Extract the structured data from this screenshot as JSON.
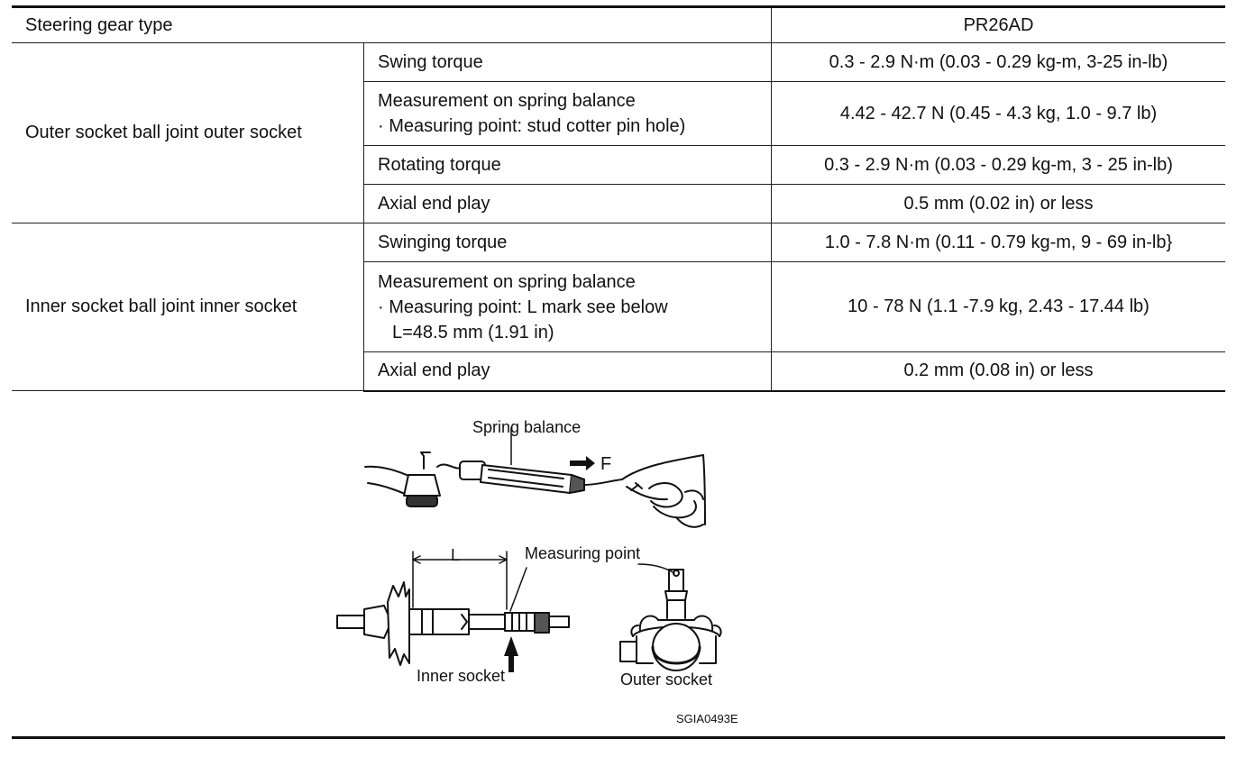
{
  "table": {
    "header": {
      "label": "Steering gear type",
      "value": "PR26AD"
    },
    "outer": {
      "group": "Outer socket ball joint outer socket",
      "rows": [
        {
          "item": "Swing torque",
          "value": "0.3 - 2.9 N·m (0.03 - 0.29 kg-m, 3-25 in-lb)"
        },
        {
          "item_lines": [
            "Measurement on spring balance",
            "· Measuring point: stud cotter pin hole)"
          ],
          "value": "4.42 - 42.7 N (0.45 - 4.3 kg, 1.0 - 9.7 lb)"
        },
        {
          "item": "Rotating torque",
          "value": "0.3 - 2.9 N·m (0.03 - 0.29 kg-m, 3 - 25 in-lb)"
        },
        {
          "item": "Axial end play",
          "value": "0.5 mm (0.02 in) or less"
        }
      ]
    },
    "inner": {
      "group": "Inner socket ball joint inner socket",
      "rows": [
        {
          "item": "Swinging torque",
          "value": "1.0 - 7.8 N·m (0.11 - 0.79 kg-m, 9 - 69 in-lb}"
        },
        {
          "item_lines": [
            "Measurement on spring balance",
            "· Measuring point: L mark see below",
            "L=48.5 mm (1.91 in)"
          ],
          "value": "10 - 78 N (1.1 -7.9 kg, 2.43 - 17.44 lb)"
        },
        {
          "item": "Axial end play",
          "value": "0.2 mm (0.08 in) or less"
        }
      ]
    }
  },
  "figure": {
    "spring_balance": "Spring balance",
    "force": "F",
    "length": "L",
    "measuring_point": "Measuring point",
    "inner_socket": "Inner socket",
    "outer_socket": "Outer socket",
    "code": "SGIA0493E"
  }
}
